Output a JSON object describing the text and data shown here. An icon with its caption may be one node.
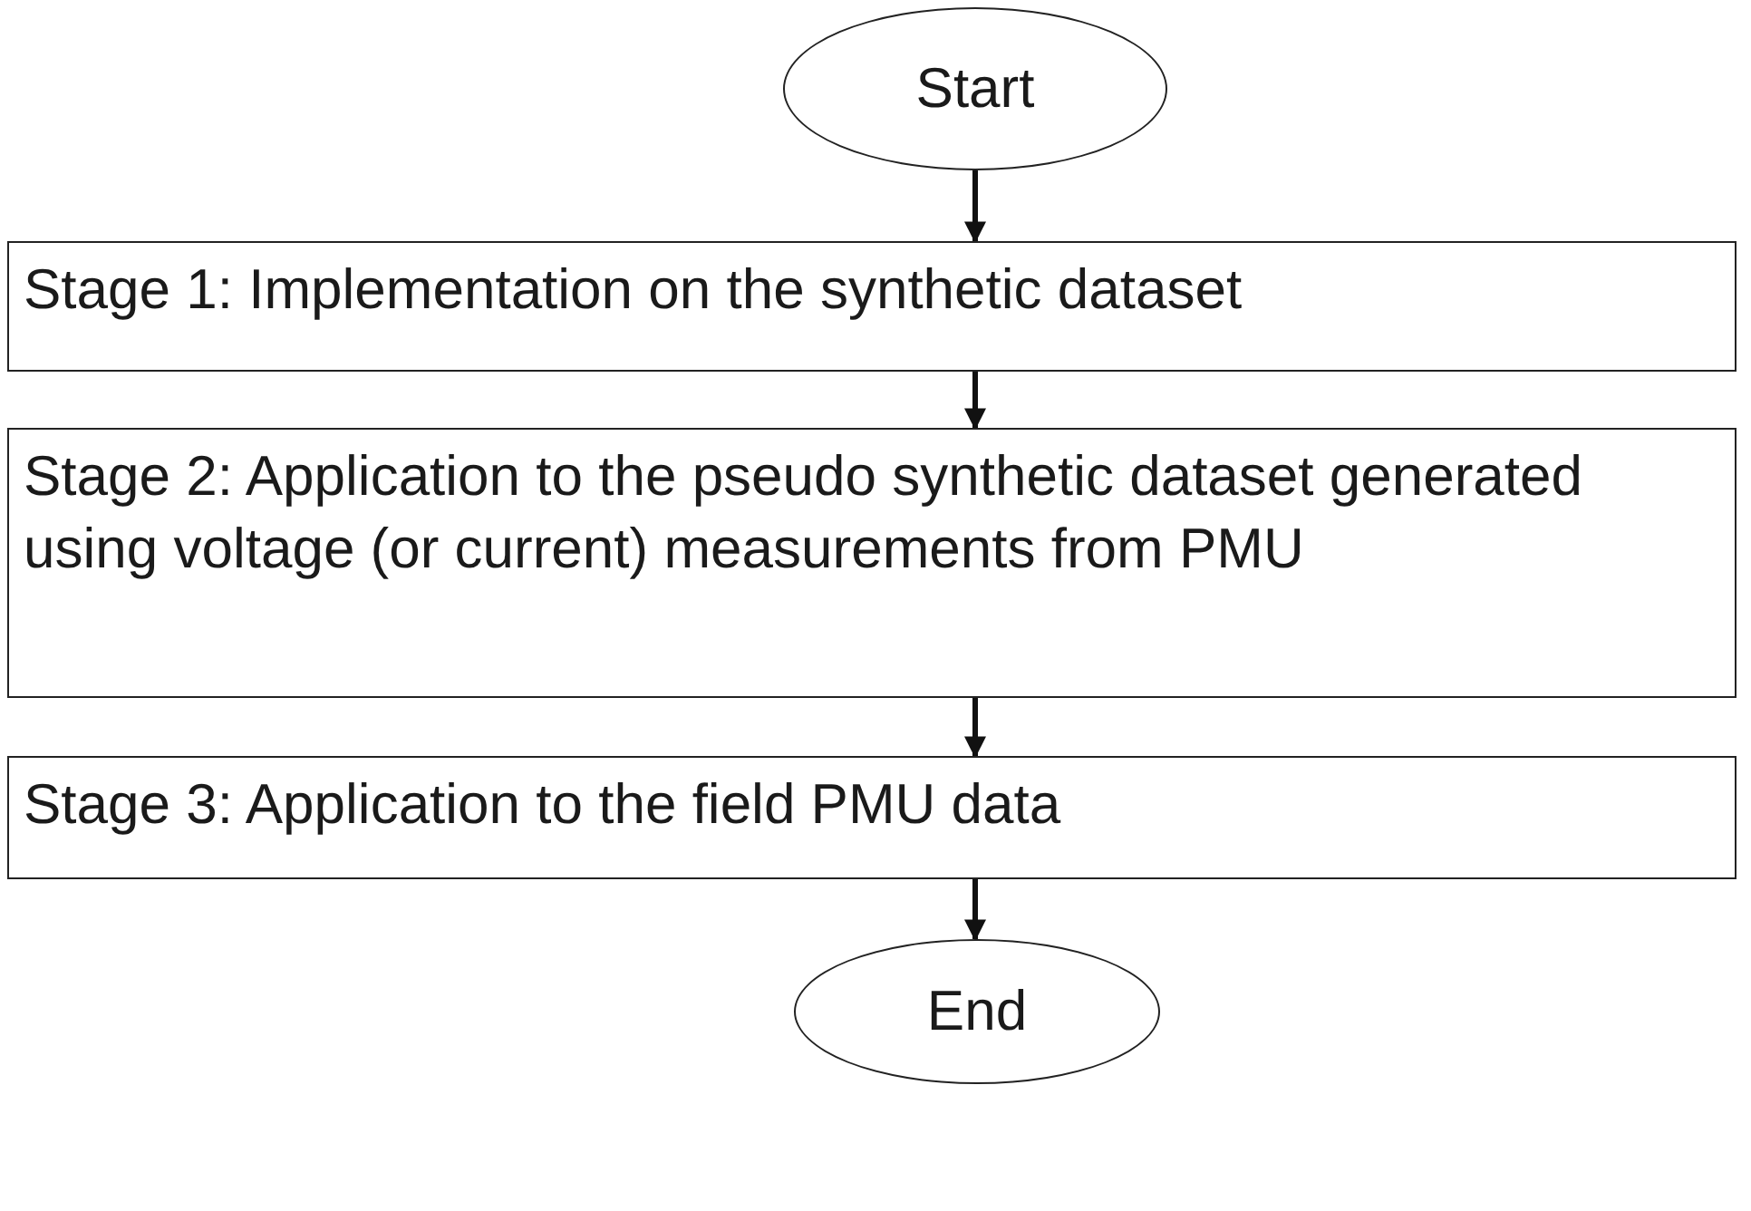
{
  "diagram": {
    "nodes": [
      {
        "text": [
          "Start"
        ]
      },
      {
        "text": [
          "Stage 1: Implementation on the synthetic dataset"
        ]
      },
      {
        "text": [
          "Stage 2: Application to the pseudo synthetic dataset generated using voltage (or current) measurements from PMU"
        ]
      },
      {
        "text": [
          "Stage 3: Application to the field PMU data"
        ]
      },
      {
        "text": [
          "End"
        ]
      }
    ],
    "edges": [
      {
        "from": 0,
        "to": 1,
        "arrow": "to"
      },
      {
        "from": 1,
        "to": 2,
        "arrow": "to"
      },
      {
        "from": 2,
        "to": 3,
        "arrow": "to"
      },
      {
        "from": 3,
        "to": 4,
        "arrow": "to"
      }
    ]
  }
}
